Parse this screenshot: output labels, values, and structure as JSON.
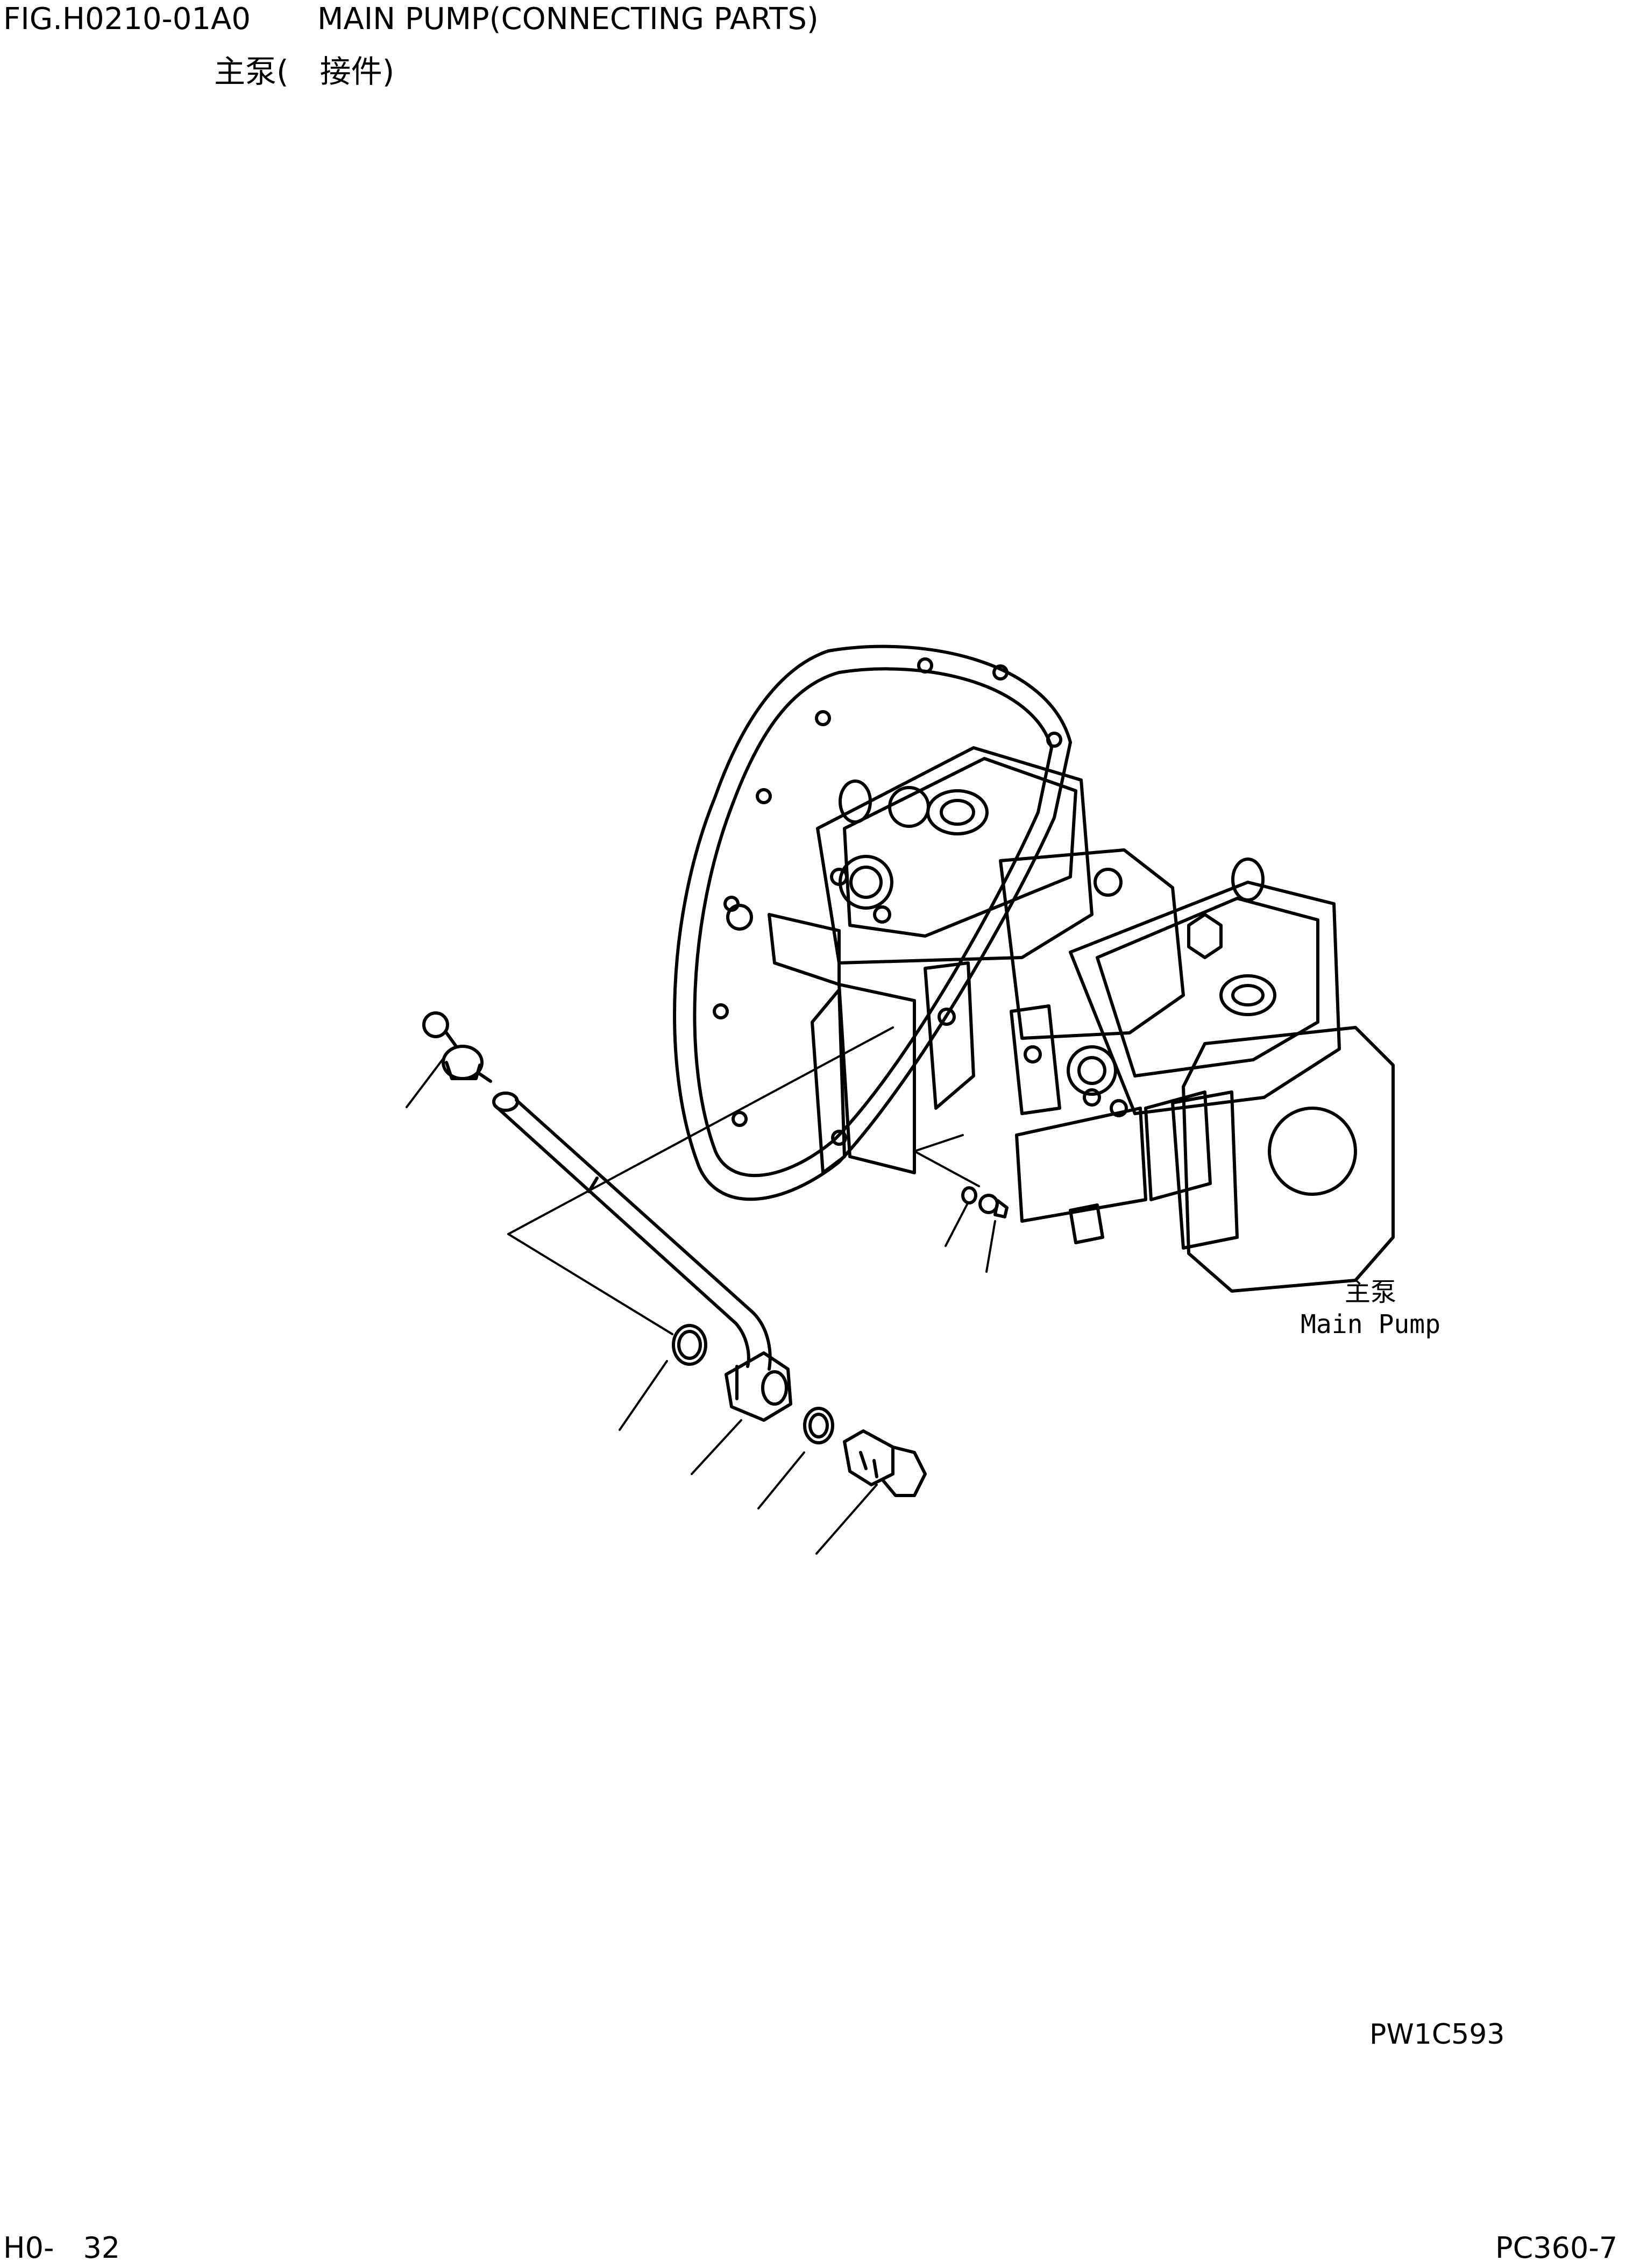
{
  "header": {
    "figure_no": "FIG.H0210-01A0",
    "title_en": "MAIN PUMP(CONNECTING PARTS)",
    "title_cn": "主泵(　接件)"
  },
  "diagram": {
    "label_cn": "主泵",
    "label_en": "Main Pump",
    "illustration_id": "PW1C593"
  },
  "footer": {
    "page": "H0-　32",
    "model": "PC360-7"
  },
  "colors": {
    "line": "#000000",
    "background": "#ffffff"
  }
}
